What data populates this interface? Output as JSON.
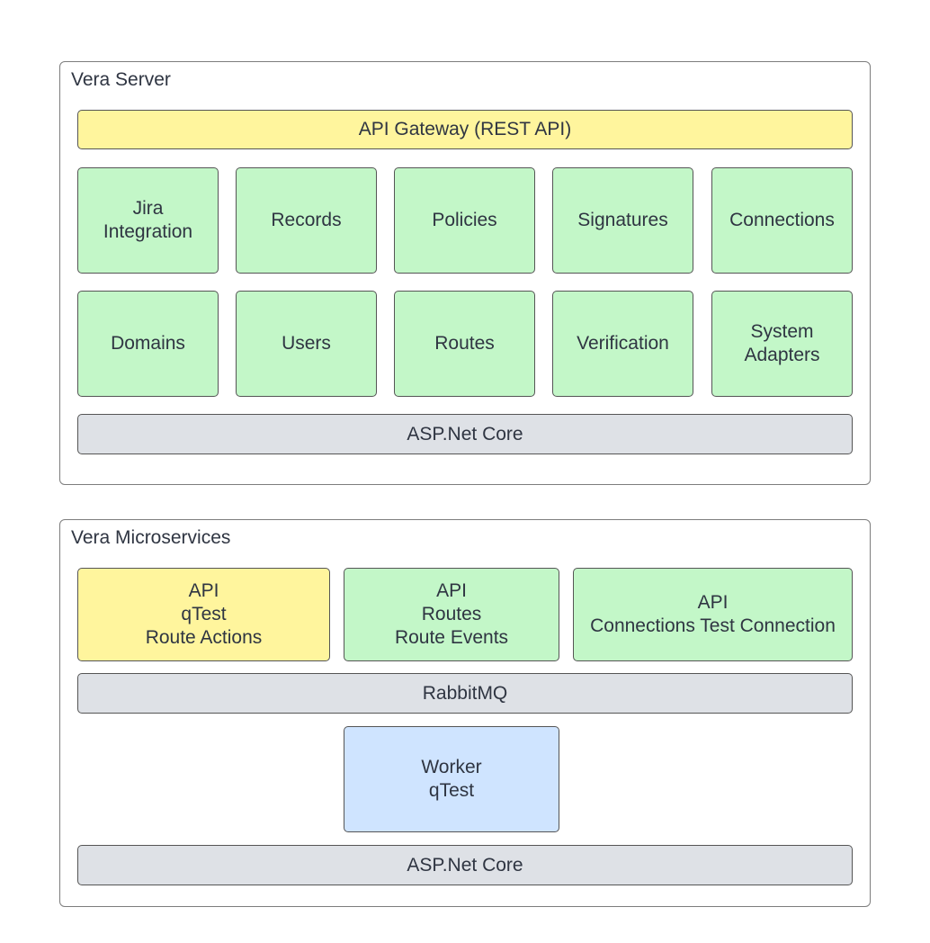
{
  "server": {
    "title": "Vera Server",
    "gateway": "API Gateway (REST API)",
    "modules_row1": [
      [
        "Jira",
        "Integration"
      ],
      [
        "Records"
      ],
      [
        "Policies"
      ],
      [
        "Signatures"
      ],
      [
        "Connections"
      ]
    ],
    "modules_row2": [
      [
        "Domains"
      ],
      [
        "Users"
      ],
      [
        "Routes"
      ],
      [
        "Verification"
      ],
      [
        "System",
        "Adapters"
      ]
    ],
    "framework": "ASP.Net Core"
  },
  "microservices": {
    "title": "Vera Microservices",
    "apis": [
      [
        "API",
        "qTest",
        "Route Actions"
      ],
      [
        "API",
        "Routes",
        "Route Events"
      ],
      [
        "API",
        "Connections Test Connection"
      ]
    ],
    "queue": "RabbitMQ",
    "worker": [
      "Worker",
      "qTest"
    ],
    "framework": "ASP.Net Core"
  },
  "colors": {
    "yellow": "#fff59d",
    "green": "#c3f7c8",
    "gray": "#dee1e6",
    "blue": "#cfe4ff"
  }
}
